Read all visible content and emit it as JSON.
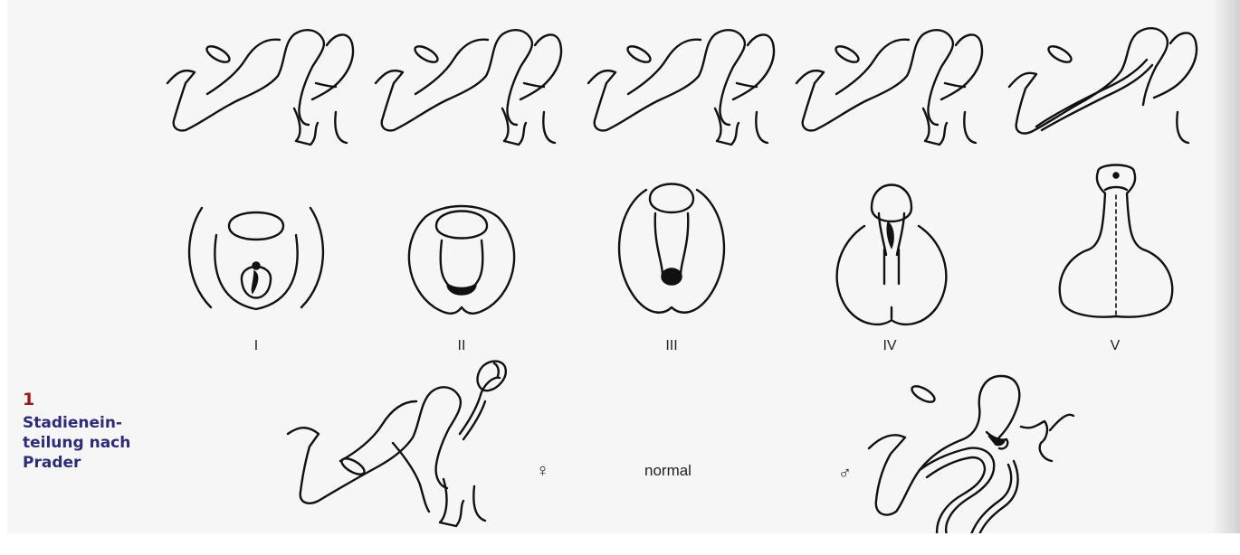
{
  "caption": {
    "number": "1",
    "title": "Stadienein-\nteilung nach\nPrader"
  },
  "stages": [
    "I",
    "II",
    "III",
    "IV",
    "V"
  ],
  "bottom": {
    "female_symbol": "♀",
    "normal_label": "normal",
    "male_symbol": "♂"
  },
  "colors": {
    "caption_number": "#9b1b1b",
    "caption_title": "#2c2c79",
    "line": "#111111",
    "background": "#f6f6f6"
  }
}
